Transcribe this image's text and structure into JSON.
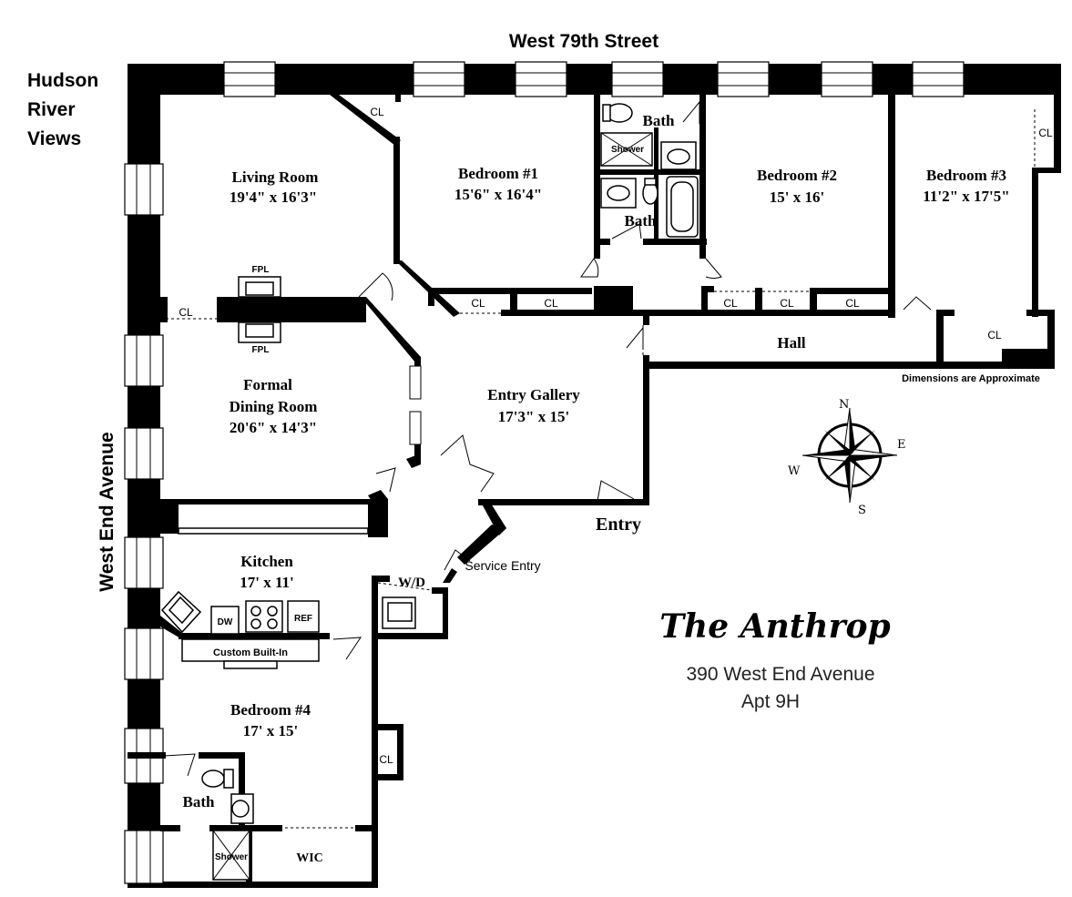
{
  "streets": {
    "north": "West 79th Street",
    "west": "West End Avenue"
  },
  "views": [
    "Hudson",
    "River",
    "Views"
  ],
  "rooms": {
    "living": {
      "name": "Living Room",
      "dims": "19'4\" x 16'3\""
    },
    "bedroom1": {
      "name": "Bedroom #1",
      "dims": "15'6\" x 16'4\""
    },
    "bedroom2": {
      "name": "Bedroom #2",
      "dims": "15' x 16'"
    },
    "bedroom3": {
      "name": "Bedroom #3",
      "dims": "11'2\" x 17'5\""
    },
    "dining": {
      "name1": "Formal",
      "name2": "Dining Room",
      "dims": "20'6\" x 14'3\""
    },
    "gallery": {
      "name": "Entry Gallery",
      "dims": "17'3\" x 15'"
    },
    "kitchen": {
      "name": "Kitchen",
      "dims": "17' x 11'"
    },
    "bedroom4": {
      "name": "Bedroom #4",
      "dims": "17' x 15'"
    }
  },
  "labels": {
    "bath": "Bath",
    "hall": "Hall",
    "entry": "Entry",
    "service_entry": "Service Entry",
    "wd": "W/D",
    "wic": "WIC",
    "cl": "CL",
    "fpl": "FPL",
    "shower": "Shower",
    "dw": "DW",
    "ref": "REF",
    "custom_builtin": "Custom Built-In",
    "dimensions_note": "Dimensions are Approximate"
  },
  "compass": {
    "n": "N",
    "e": "E",
    "s": "S",
    "w": "W"
  },
  "building": {
    "name": "The Anthrop",
    "address": "390 West End Avenue",
    "apt": "Apt 9H"
  }
}
